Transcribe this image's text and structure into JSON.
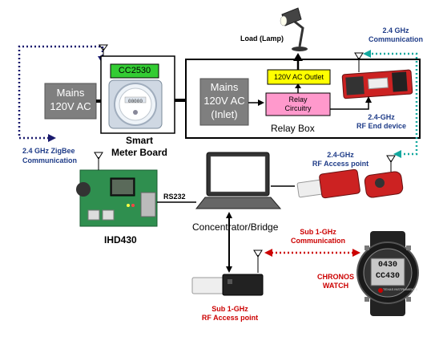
{
  "mains_left": {
    "line1": "Mains",
    "line2": "120V AC"
  },
  "cc2530_label": "CC2530",
  "smart_meter": {
    "line1": "Smart",
    "line2": "Meter Board"
  },
  "mains_inlet": {
    "line1": "Mains",
    "line2": "120V AC",
    "line3": "(Inlet)"
  },
  "ac_outlet_label": "120V AC Outlet",
  "relay_circuitry": {
    "line1": "Relay",
    "line2": "Circuitry"
  },
  "relay_box_label": "Relay Box",
  "load_lamp_label": "Load (Lamp)",
  "comm_24_top": {
    "line1": "2.4 GHz",
    "line2": "Communication"
  },
  "rf_end_device": {
    "line1": "2.4-GHz",
    "line2": "RF End device"
  },
  "zigbee_comm": {
    "line1": "2.4 GHz ZigBee",
    "line2": "Communication"
  },
  "rf_access_24": {
    "line1": "2.4-GHz",
    "line2": "RF Access point"
  },
  "rs232_label": "RS232",
  "ihd_label": "IHD430",
  "concentrator_label": "Concentrator/Bridge",
  "sub1_comm": {
    "line1": "Sub 1-GHz",
    "line2": "Communication"
  },
  "chronos": {
    "line1": "CHRONOS",
    "line2": "WATCH"
  },
  "sub1_access": {
    "line1": "Sub 1-GHz",
    "line2": "RF Access point"
  },
  "meter_display": "00000",
  "watch_display": {
    "line1": "0430",
    "line2": "CC430"
  },
  "ti_logo": "TEXAS INSTRUMENTS",
  "colors": {
    "gray_box": "#7f7f7f",
    "cc2530_green": "#33cc33",
    "outlet_yellow": "#ffff00",
    "relay_pink": "#ff99cc",
    "zigbee_blue": "#1f3c88",
    "teal_link": "#13a89e",
    "red_text": "#cc0000",
    "navy_dots": "#1a1a6e"
  }
}
